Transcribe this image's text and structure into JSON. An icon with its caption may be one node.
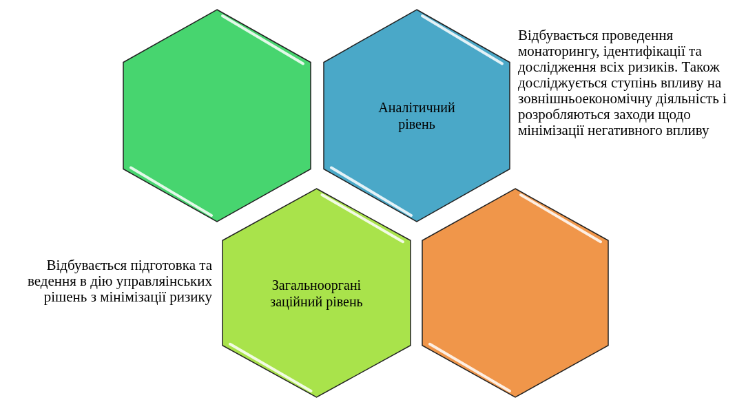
{
  "diagram": {
    "nodes": [
      {
        "text": [],
        "shape": "hexagon"
      },
      {
        "text": [
          "Аналітичний рівень"
        ],
        "beside": [
          "Відбувається проведення монаторингу, ідентифікації та дослідження всіх ризиків. Також досліджується ступінь впливу на зовнішньоекономічну діяльність і розробляються заходи щодо мінімізації негативного впливу"
        ]
      },
      {
        "text": [
          "Загальноорганізаційний рівень"
        ],
        "beside": [
          "Відбувається підготовка та ведення в дію управляінських рішень з мінімізації ризику"
        ]
      },
      {
        "text": [],
        "shape": "hexagon"
      }
    ]
  }
}
